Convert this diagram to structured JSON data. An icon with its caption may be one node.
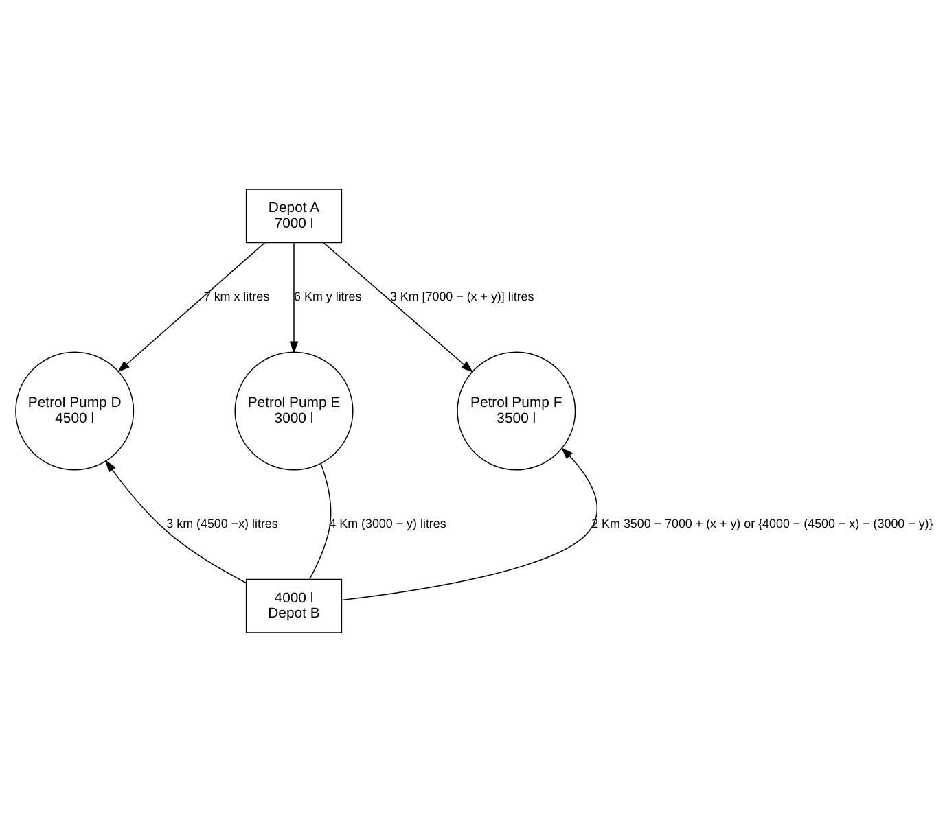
{
  "diagram": {
    "nodes": [
      {
        "text": [
          "Depot A",
          "7000 l"
        ]
      },
      {
        "text": [
          "Petrol Pump D",
          "4500 l"
        ]
      },
      {
        "text": [
          "Petrol Pump E",
          "3000 l"
        ]
      },
      {
        "text": [
          "Petrol Pump F",
          "3500 l"
        ]
      },
      {
        "text": [
          "4000 l",
          "Depot B"
        ]
      }
    ],
    "edges": [
      {
        "from": 0,
        "to": 1,
        "arrow": "to",
        "label": "7 km x litres"
      },
      {
        "from": 0,
        "to": 2,
        "arrow": "to",
        "label": "6 Km y litres"
      },
      {
        "from": 0,
        "to": 3,
        "arrow": "to",
        "label": "3 Km [7000 − (x + y)] litres"
      },
      {
        "from": 4,
        "to": 1,
        "arrow": "to",
        "label": "3 km (4500 −x) litres"
      },
      {
        "from": 4,
        "to": 2,
        "arrow": "none",
        "label": "4 Km (3000 − y) litres"
      },
      {
        "from": 4,
        "to": 3,
        "arrow": "to",
        "label": "2 Km 3500 − 7000 + (x + y) or {4000 − (4500 − x) − (3000 − y)}"
      }
    ]
  }
}
